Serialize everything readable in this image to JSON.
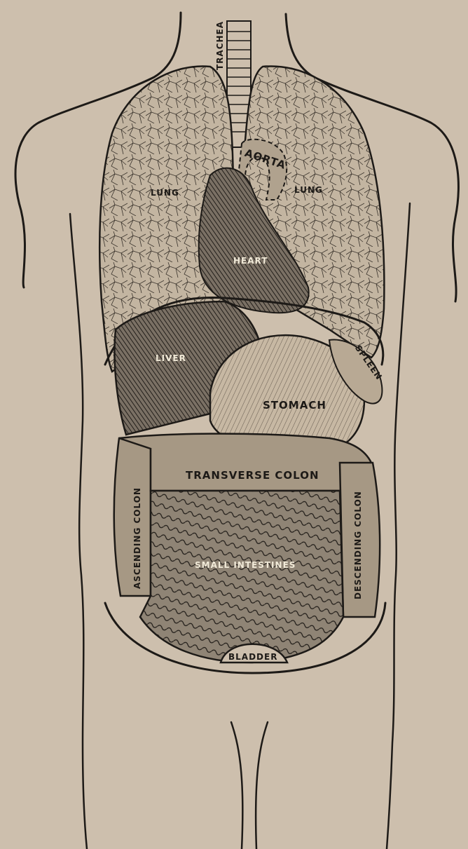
{
  "colors": {
    "paper": "#cdbfad",
    "ink": "#1d1a17",
    "lung_fill": "#b9ab97",
    "liver_fill": "#5d554c",
    "stomach_fill": "#bdae98",
    "heart_fill": "#6f665b",
    "intestine_fill": "#8e8374"
  },
  "labels": {
    "trachea": "TRACHEA",
    "aorta": "AORTA",
    "lung_left": "LUNG",
    "lung_right": "LUNG",
    "heart": "HEART",
    "liver": "LIVER",
    "spleen": "SPLEEN",
    "stomach": "STOMACH",
    "transverse_colon": "TRANSVERSE COLON",
    "ascending_colon": "ASCENDING COLON",
    "descending_colon": "DESCENDING COLON",
    "small_intestines": "SMALL INTESTINES",
    "bladder": "BLADDER"
  }
}
